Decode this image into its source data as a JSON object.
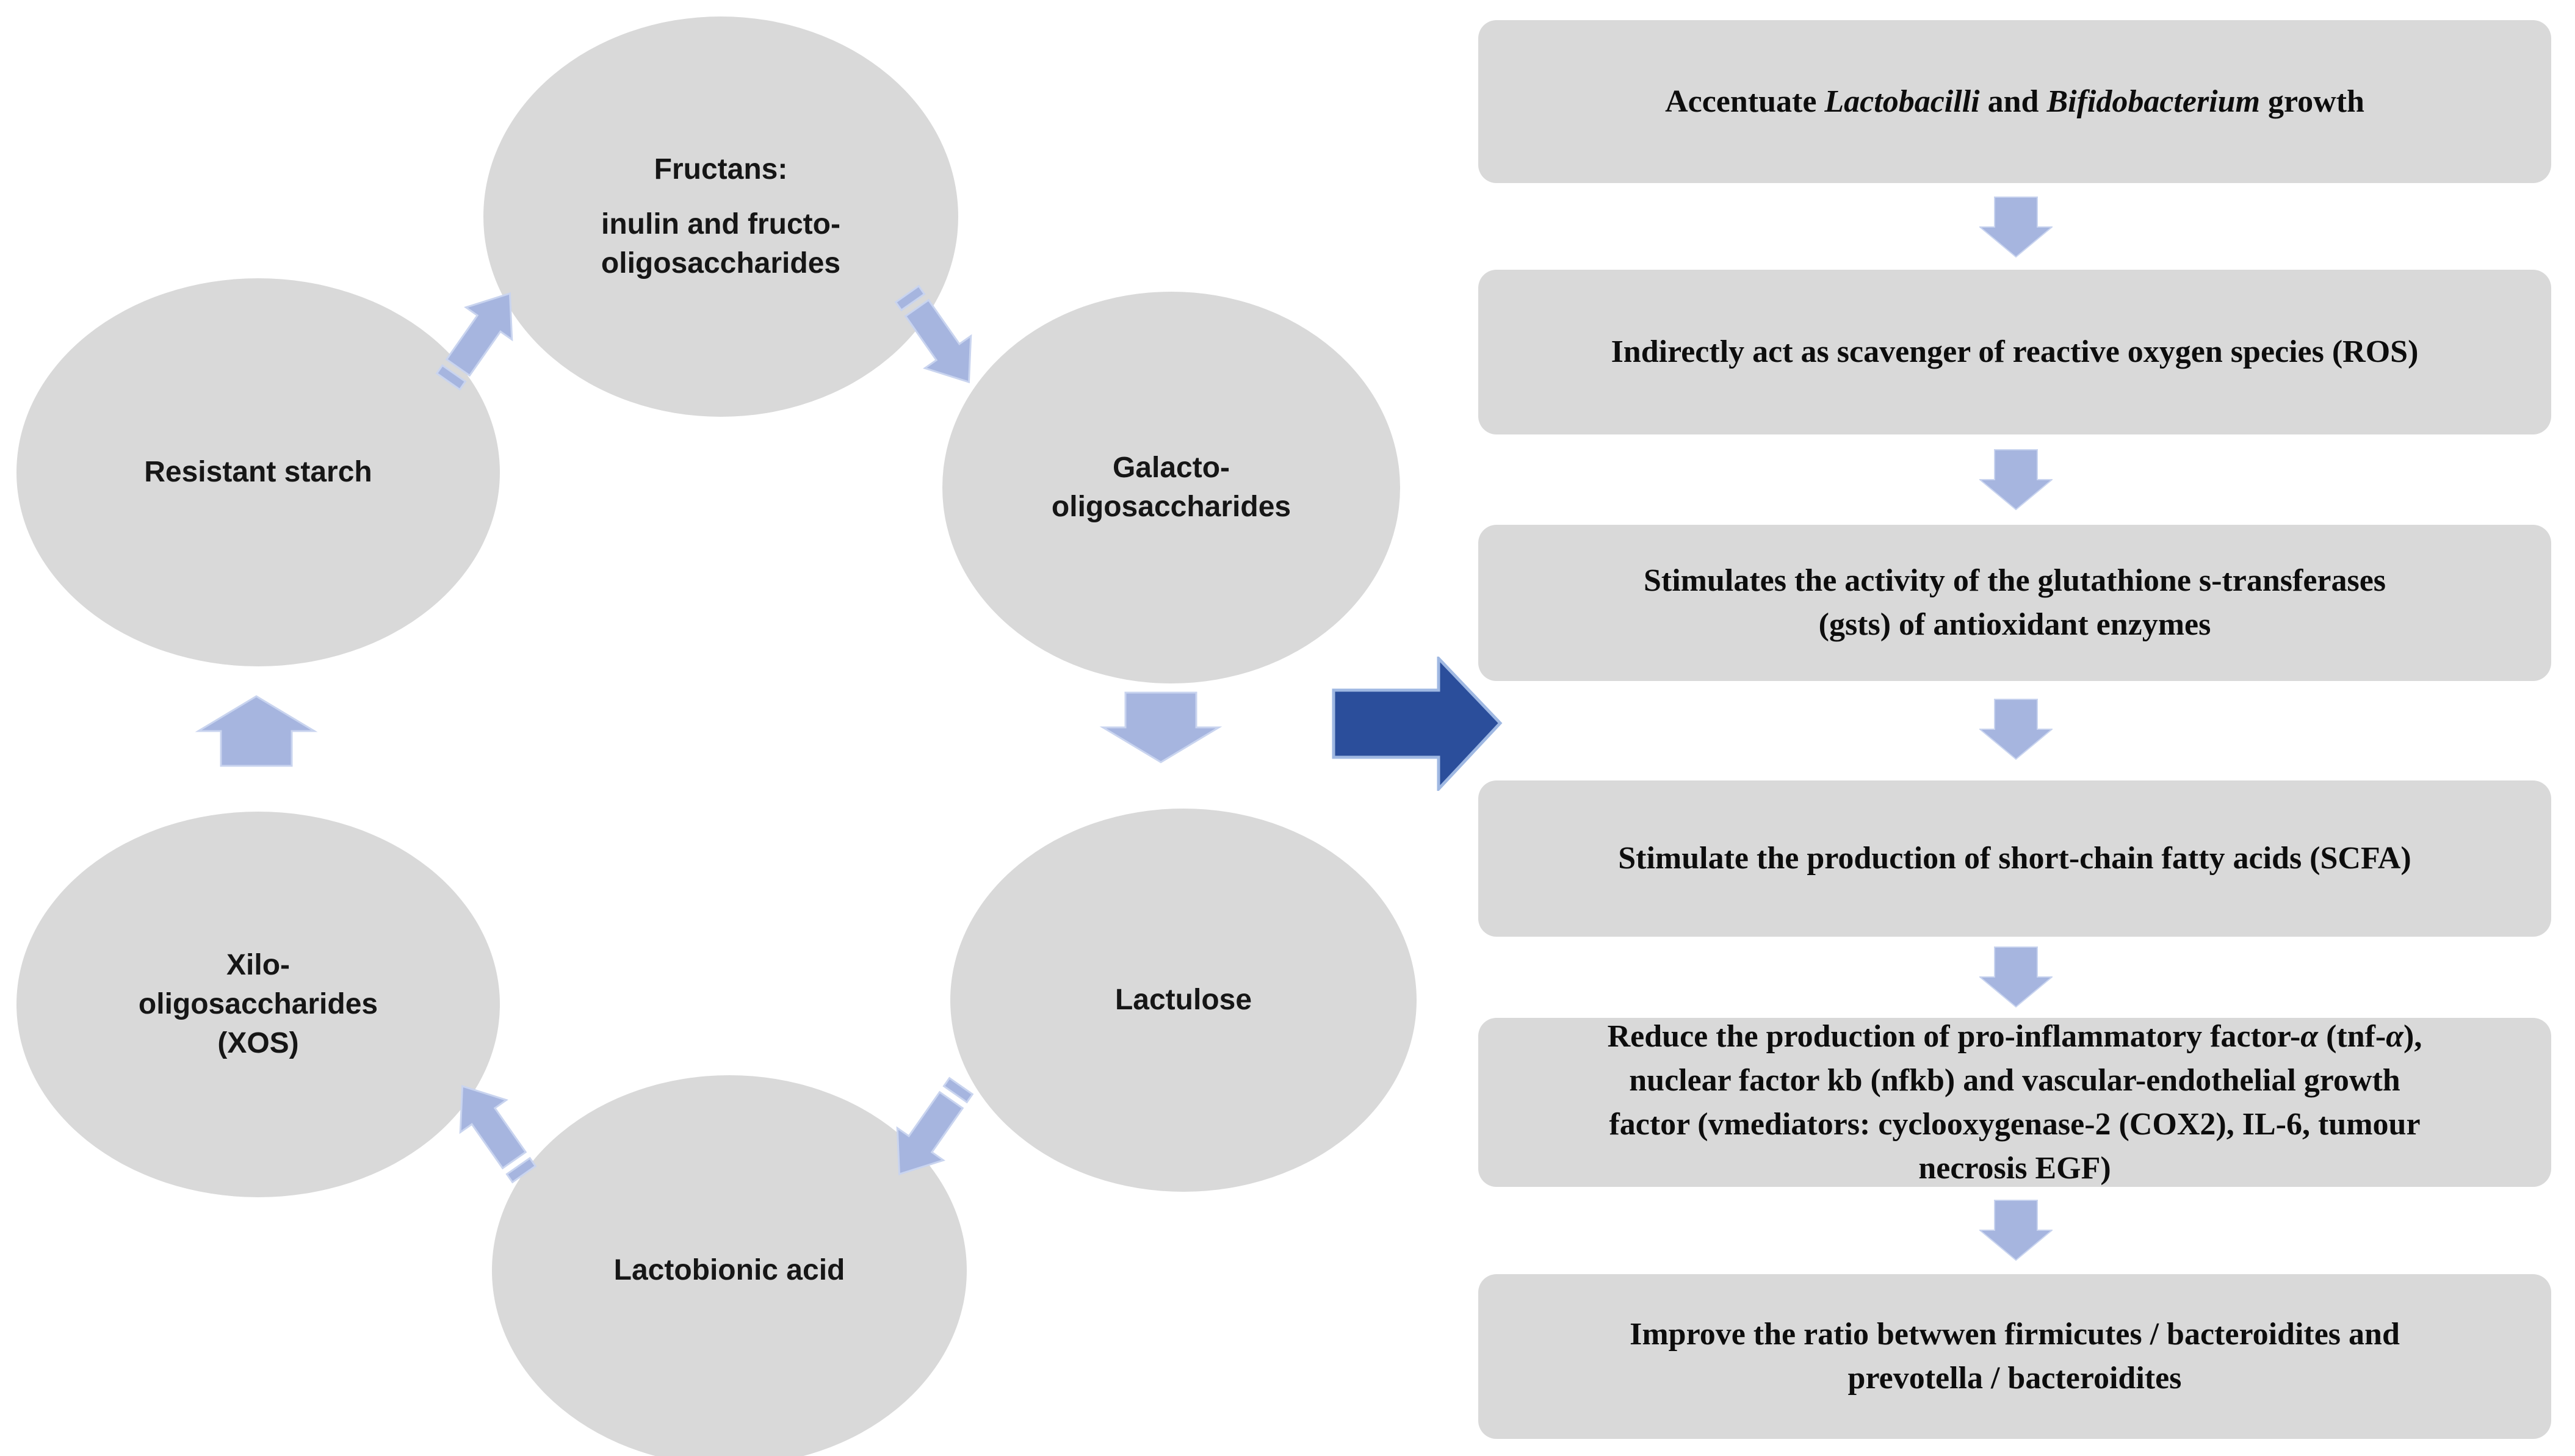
{
  "title": "Prebiotics cycle and their physiological effects",
  "colors": {
    "shape_gray": "#d9d9d9",
    "arrow_blue": "#a6b5df",
    "big_arrow_blue": "#2b4e9b",
    "text_black": "#0d0d0d"
  },
  "cycle": {
    "nodes": {
      "fructans": {
        "label_paras": [
          [
            "Fructans:"
          ],
          [
            "inulin and fructo-",
            "oligosaccharides"
          ]
        ]
      },
      "galacto": {
        "label_paras": [
          [
            "Galacto-",
            "oligosaccharides"
          ]
        ]
      },
      "lactulose": {
        "label_paras": [
          [
            "Lactulose"
          ]
        ]
      },
      "lactobionic": {
        "label_paras": [
          [
            "Lactobionic acid"
          ]
        ]
      },
      "xos": {
        "label_paras": [
          [
            "Xilo-",
            "oligosaccharides",
            "(XOS)"
          ]
        ]
      },
      "resistant": {
        "label_paras": [
          [
            "Resistant starch"
          ]
        ]
      }
    },
    "arrows": [
      {
        "name": "arrow-resistant-to-fructans",
        "style": "striped",
        "direction": "up-right"
      },
      {
        "name": "arrow-fructans-to-galacto",
        "style": "striped",
        "direction": "down-right"
      },
      {
        "name": "arrow-galacto-to-lactulose",
        "style": "block",
        "direction": "down"
      },
      {
        "name": "arrow-lactulose-to-lactobionic",
        "style": "striped",
        "direction": "down-left"
      },
      {
        "name": "arrow-lactobionic-to-xos",
        "style": "striped",
        "direction": "up-left"
      },
      {
        "name": "arrow-xos-to-resistant",
        "style": "block",
        "direction": "up"
      }
    ]
  },
  "connector": {
    "name": "big-right-arrow",
    "direction": "right"
  },
  "effects": {
    "boxes": [
      {
        "lines": [
          [
            {
              "t": "Accentuate "
            },
            {
              "t": "Lactobacilli",
              "i": 1
            },
            {
              "t": " and "
            },
            {
              "t": "Bifidobacterium",
              "i": 1
            },
            {
              "t": " growth"
            }
          ]
        ]
      },
      {
        "lines": [
          "Indirectly act as scavenger of reactive oxygen species (ROS)"
        ]
      },
      {
        "lines": [
          "Stimulates the activity of the glutathione s-transferases",
          "(gsts) of antioxidant enzymes"
        ]
      },
      {
        "lines": [
          "Stimulate the production of short-chain fatty acids (SCFA)"
        ]
      },
      {
        "lines": [
          [
            {
              "t": "Reduce the production of pro-inflammatory factor-"
            },
            {
              "t": "α",
              "i": 1
            },
            {
              "t": " (tnf-"
            },
            {
              "t": "α",
              "i": 1
            },
            {
              "t": "),"
            }
          ],
          "nuclear factor kb (nfkb) and vascular-endothelial growth",
          "factor (vmediators: cyclooxygenase-2 (COX2), IL-6, tumour",
          "necrosis EGF)"
        ]
      },
      {
        "lines": [
          "Improve the ratio betwwen firmicutes / bacteroidites and",
          "prevotella / bacteroidites"
        ]
      }
    ]
  }
}
